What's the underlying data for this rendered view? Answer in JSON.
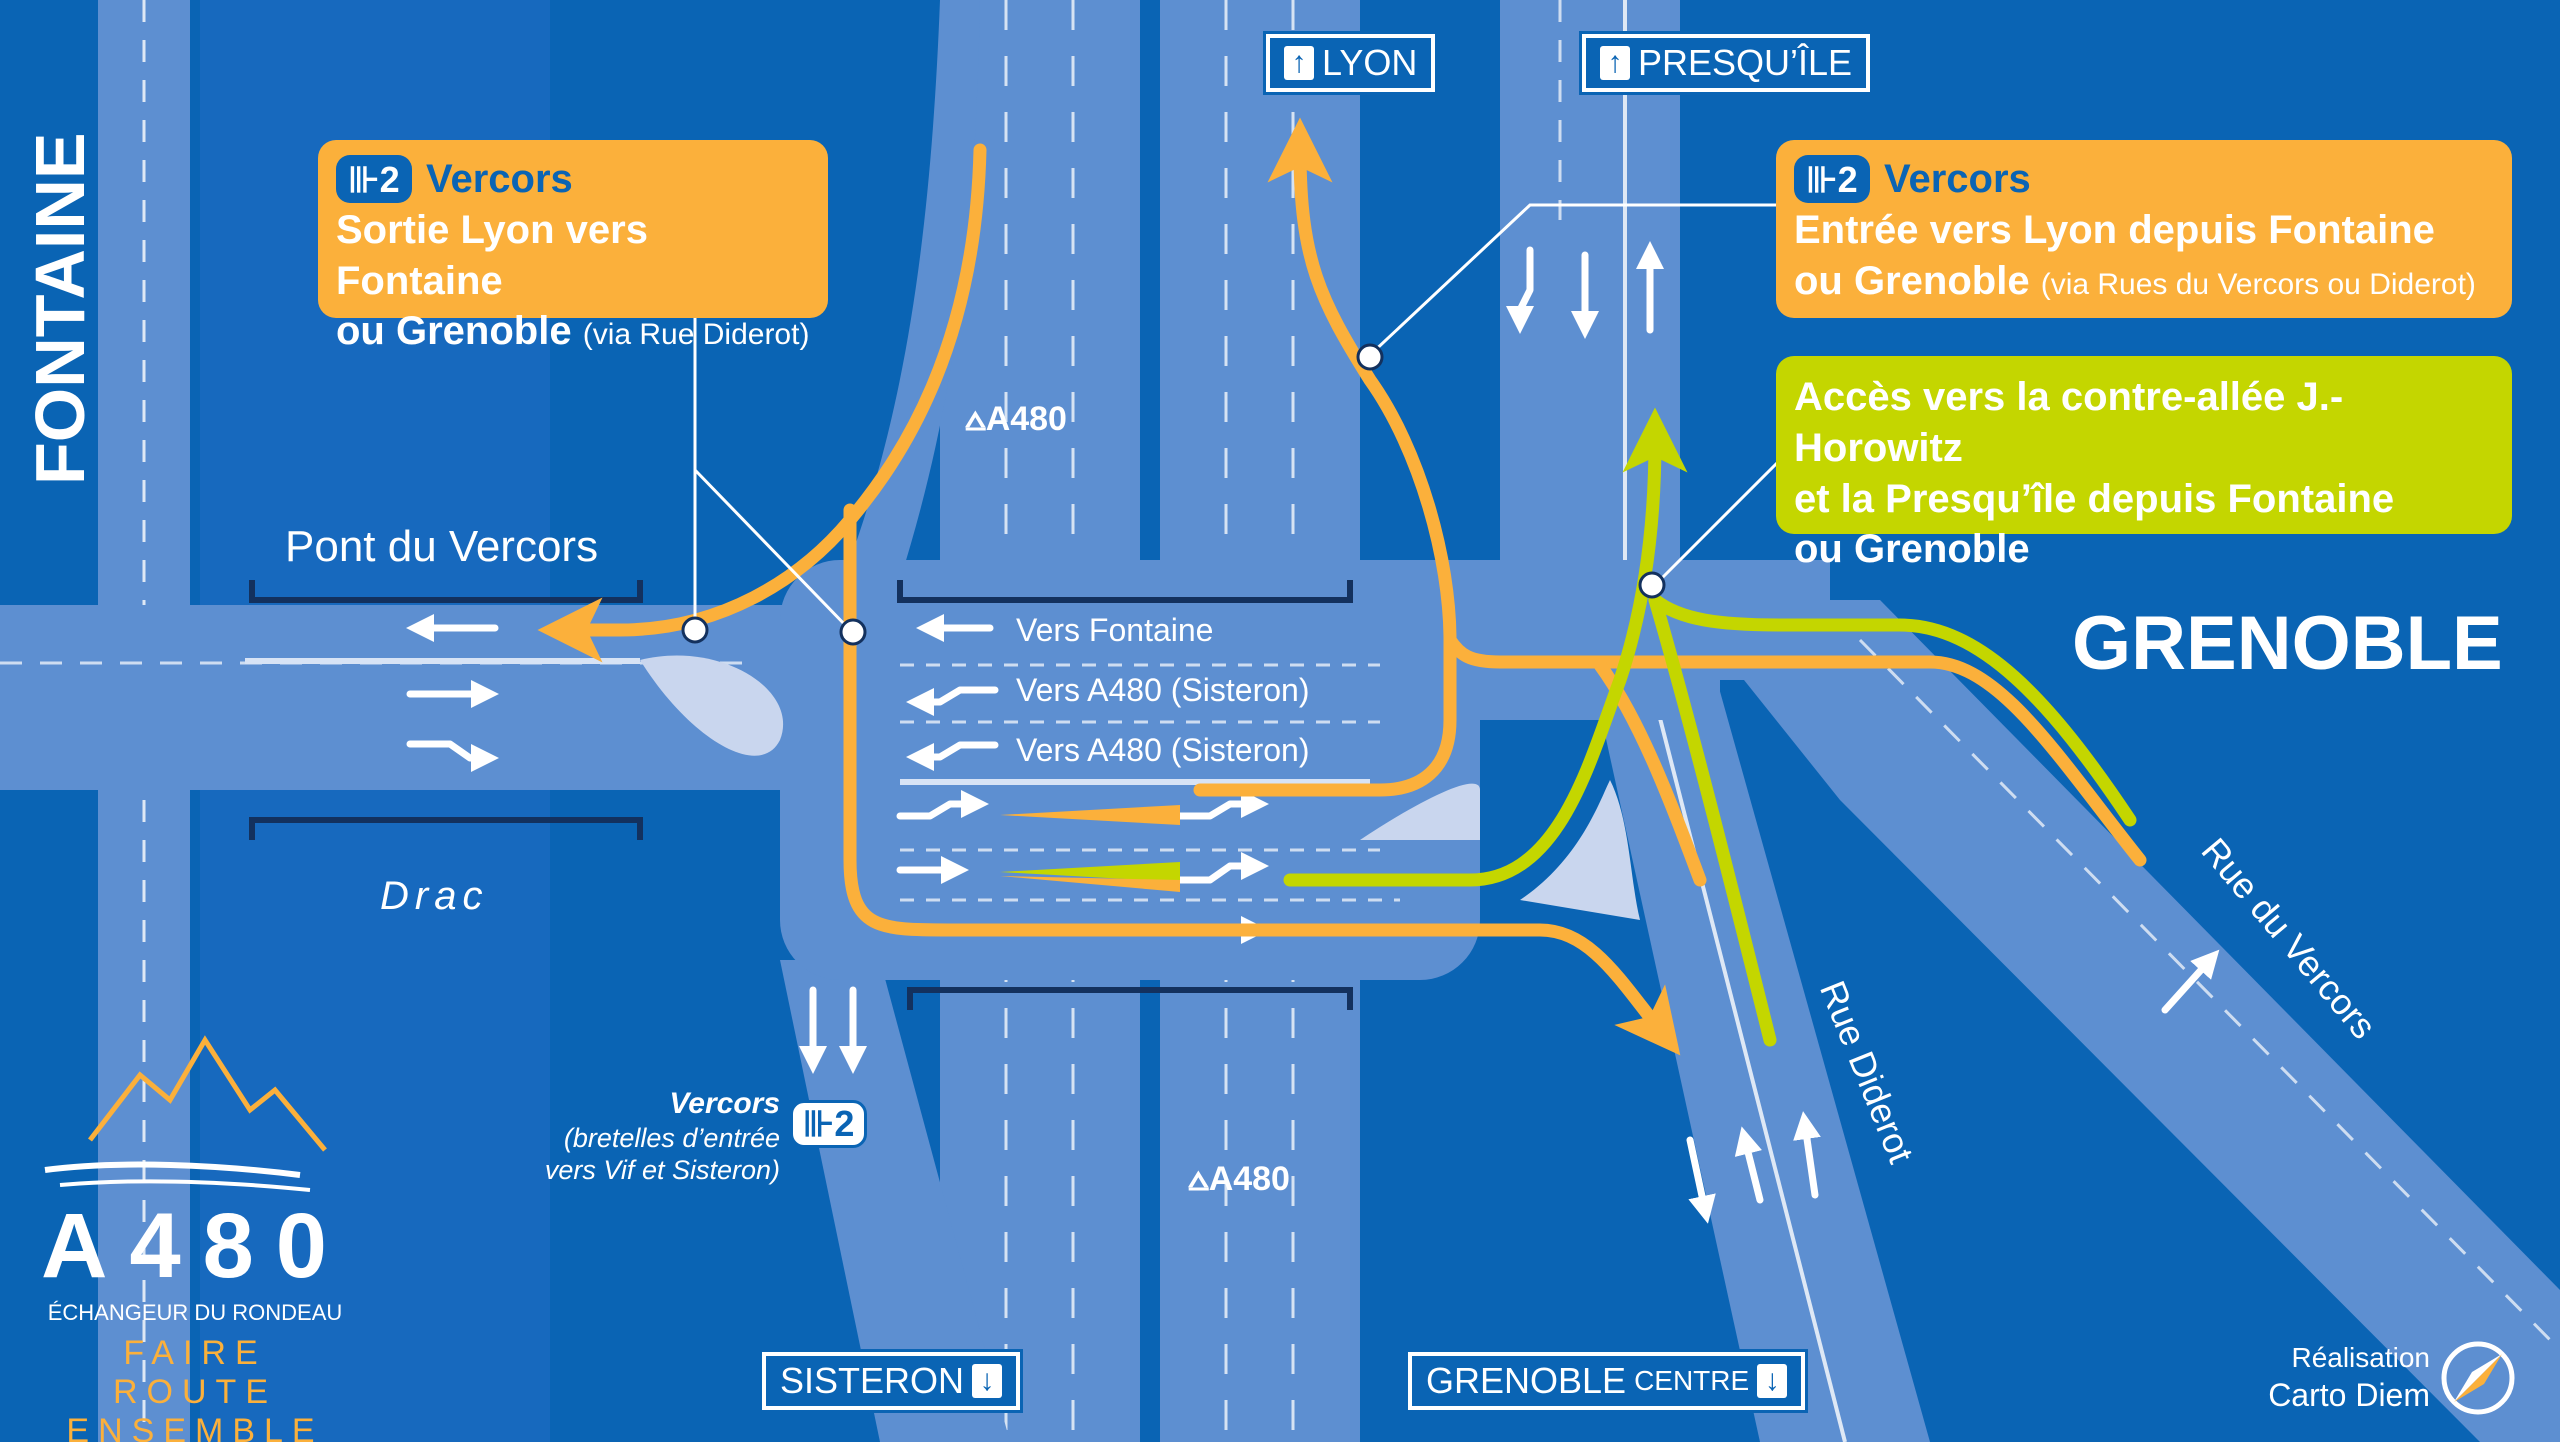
{
  "cities": {
    "west": "FONTAINE",
    "east": "GRENOBLE"
  },
  "signs": {
    "lyon": {
      "arrow": "↑",
      "label": "LYON"
    },
    "presquile": {
      "arrow": "↑",
      "label": "PRESQU’ÎLE"
    },
    "sisteron": {
      "label": "SISTERON",
      "arrow": "↓"
    },
    "grenoble_centre": {
      "label": "GRENOBLE",
      "small": "CENTRE",
      "arrow": "↓"
    }
  },
  "callouts": {
    "left": {
      "exit": "⊪2",
      "title": "Vercors",
      "line1": "Sortie Lyon vers Fontaine",
      "line2": "ou Grenoble",
      "line2_small": "(via Rue Diderot)"
    },
    "right": {
      "exit": "⊪2",
      "title": "Vercors",
      "line1": "Entrée vers Lyon depuis Fontaine",
      "line2": "ou Grenoble",
      "line2_small": "(via Rues du Vercors ou Diderot)"
    },
    "green": {
      "line1": "Accès vers la contre-allée J.-Horowitz",
      "line2": "et la Presqu’île depuis Fontaine",
      "line3": "ou Grenoble"
    }
  },
  "bridge": {
    "name": "Pont du Vercors",
    "river": "Drac"
  },
  "lanes": {
    "fontaine": "Vers Fontaine",
    "a480_1": "Vers A480 (Sisteron)",
    "a480_2": "Vers A480 (Sisteron)"
  },
  "motorway": {
    "top": "A480",
    "bottom": "A480"
  },
  "exit_note": {
    "title": "Vercors",
    "line1": "(bretelles d’entrée",
    "line2": "vers Vif et Sisteron)",
    "exit": "⊪2"
  },
  "streets": {
    "diderot": "Rue Diderot",
    "vercors": "Rue du Vercors"
  },
  "brand": {
    "title": "A480",
    "subtitle": "ÉCHANGEUR DU RONDEAU",
    "tag1": "FAIRE ROUTE",
    "tag2": "ENSEMBLE"
  },
  "credit": {
    "line1": "Réalisation",
    "line2": "Carto Diem"
  },
  "colors": {
    "background": "#0a64b4",
    "road": "#5d8fd1",
    "river": "#1769be",
    "orange": "#fbb03b",
    "green": "#c4d600",
    "island": "#c9d6ee"
  }
}
